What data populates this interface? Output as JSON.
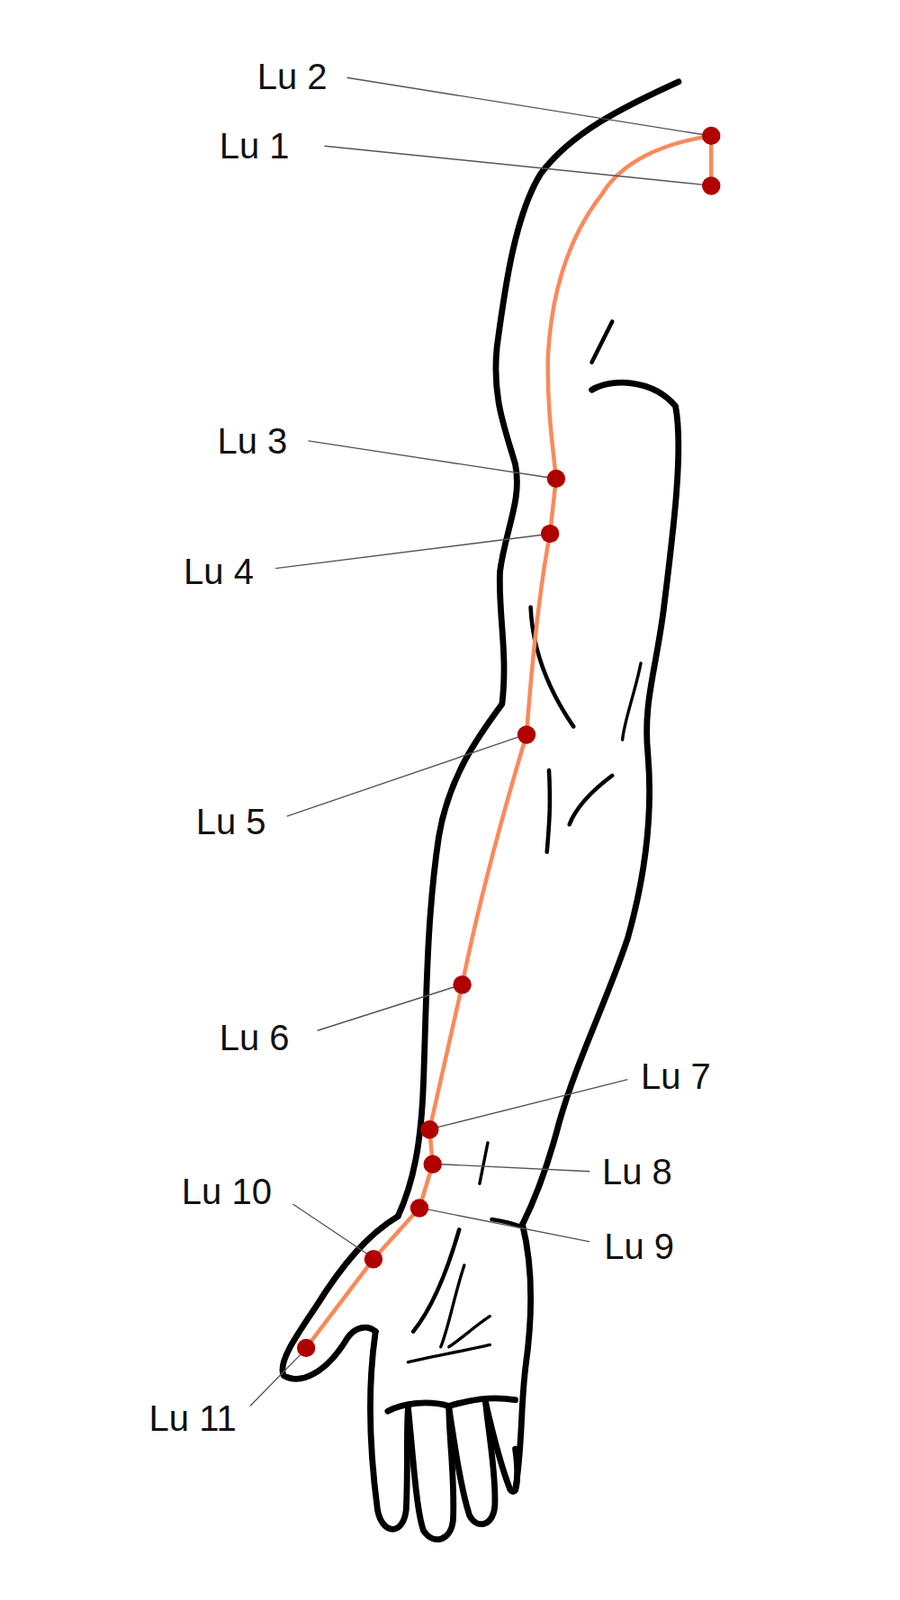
{
  "diagram": {
    "labels": [
      "Lu 2",
      "Lu 1",
      "Lu 3",
      "Lu 4",
      "Lu 5",
      "Lu 6",
      "Lu 7",
      "Lu 8",
      "Lu 9",
      "Lu 10",
      "Lu 11"
    ]
  }
}
